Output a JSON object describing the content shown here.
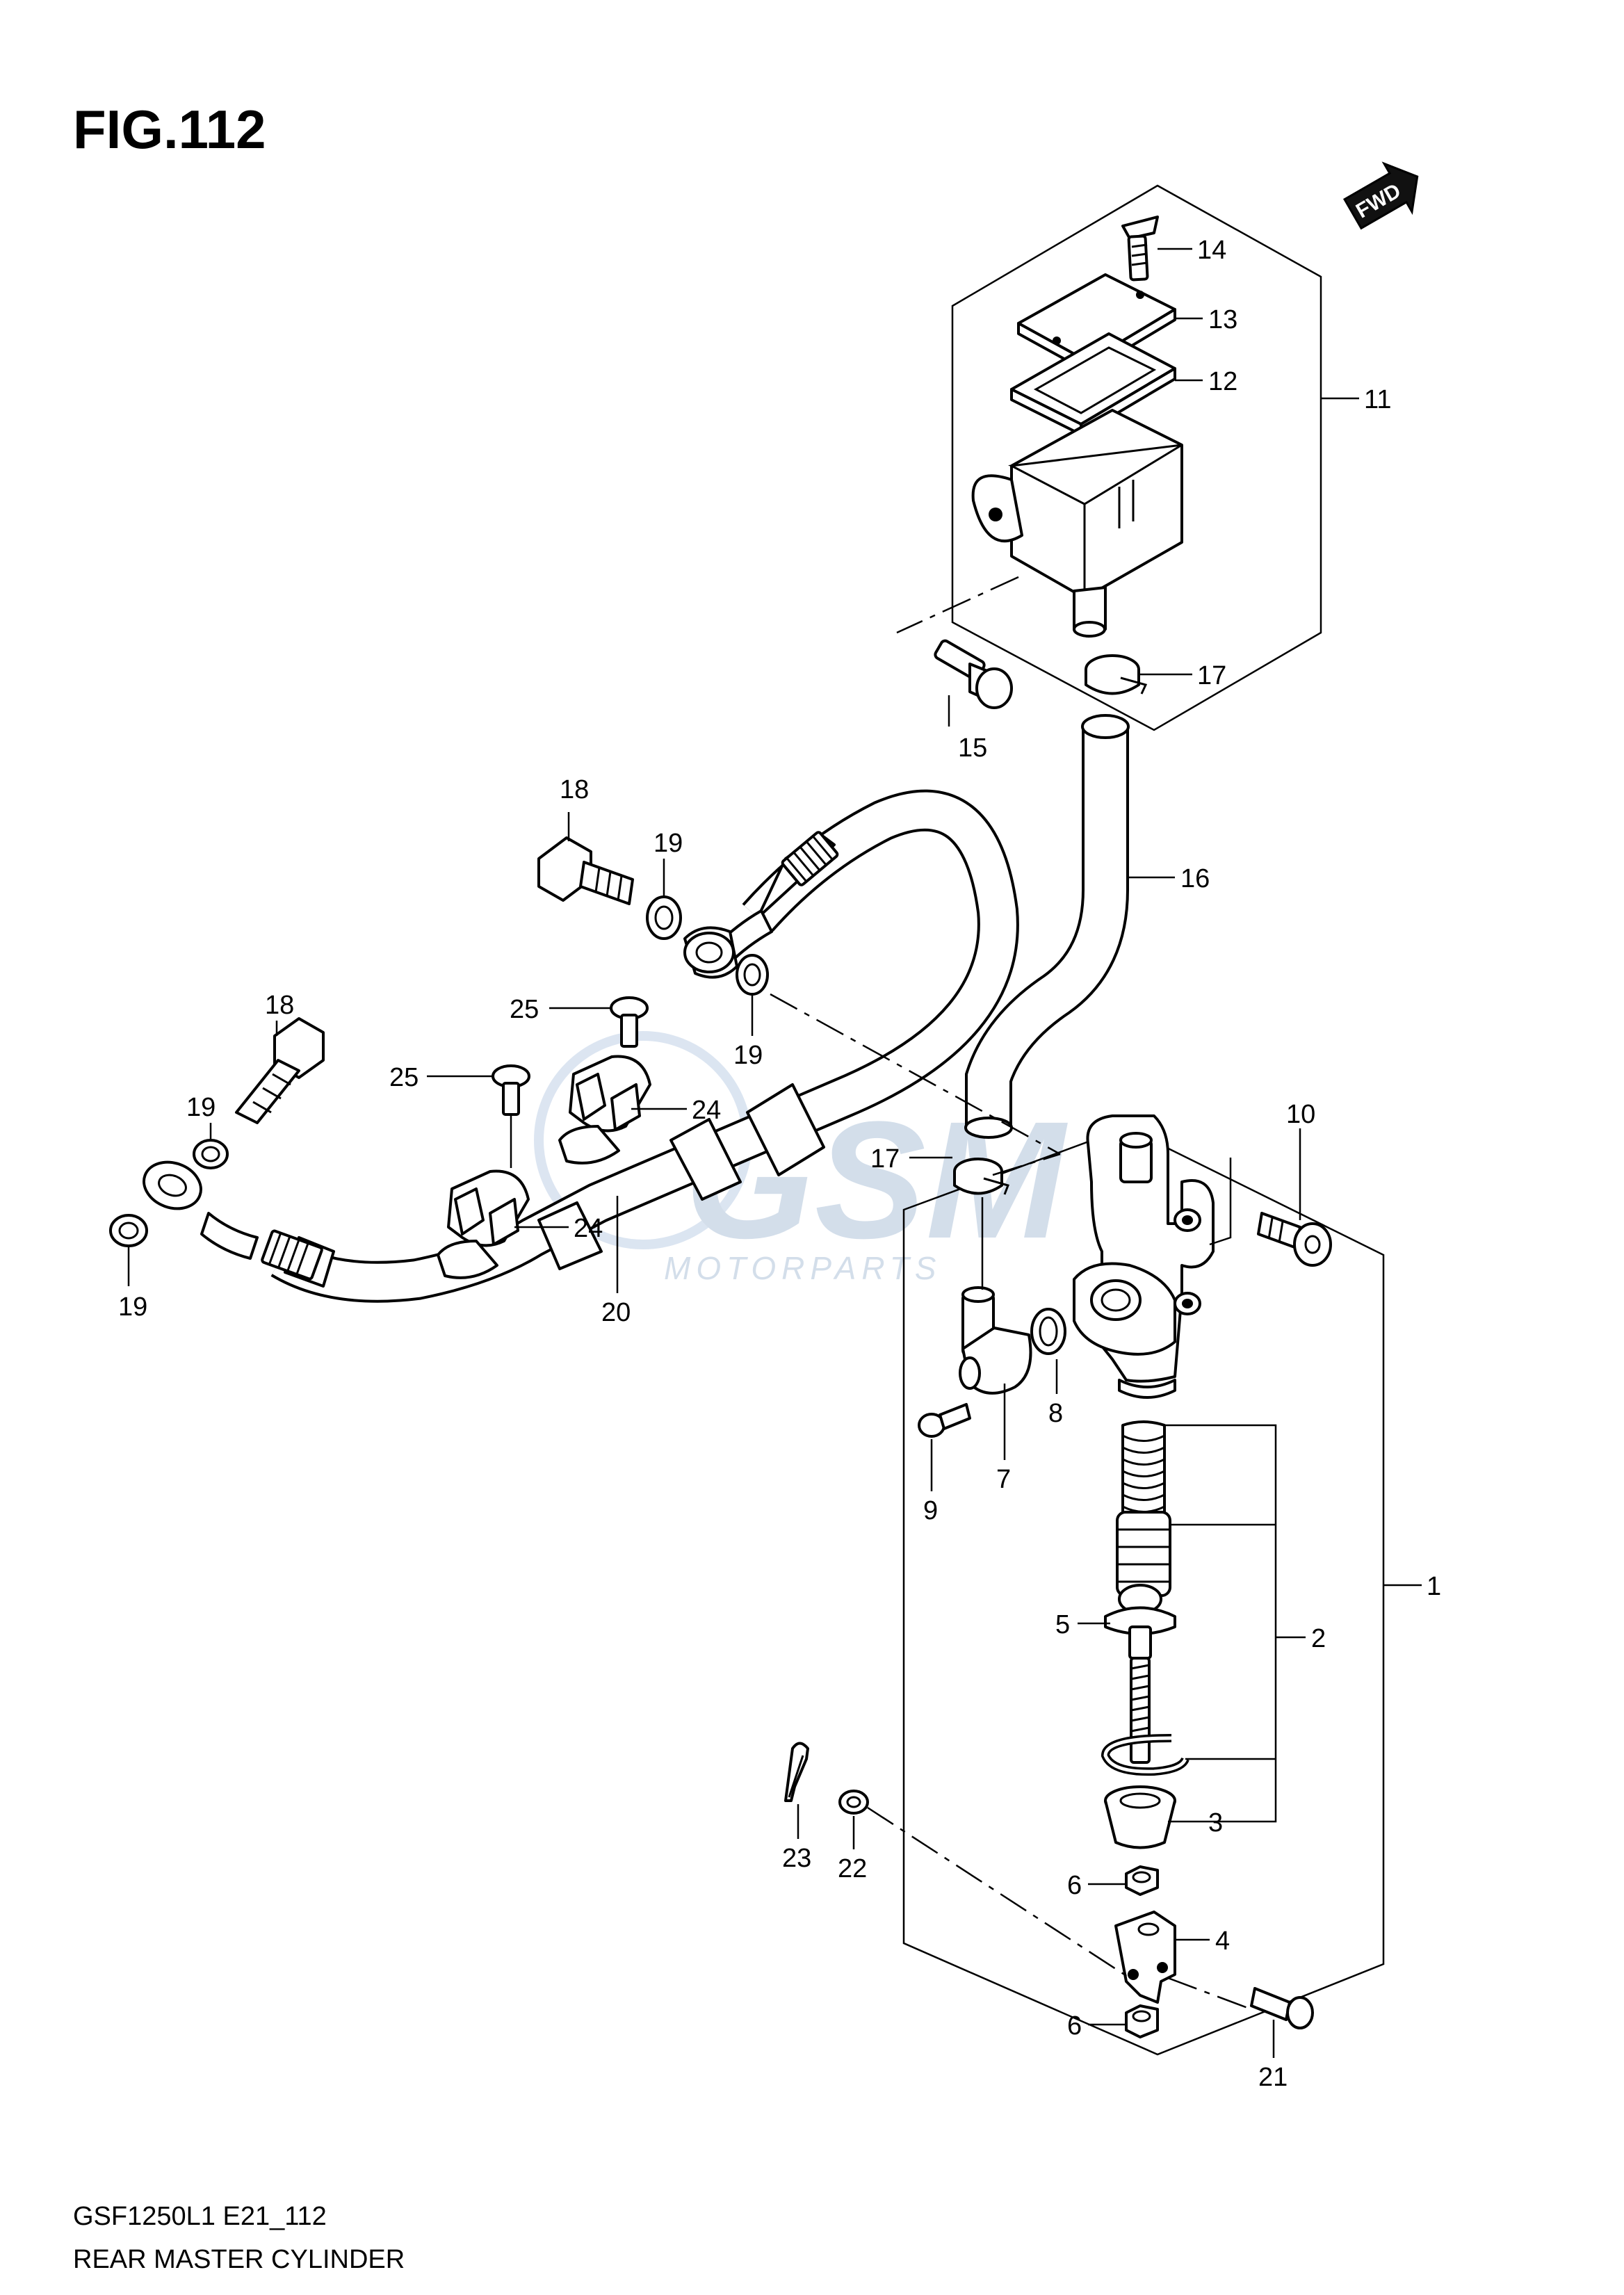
{
  "figure": {
    "title": "FIG.112",
    "fwd_badge": "FWD",
    "model_code": "GSF1250L1 E21_112",
    "caption": "REAR MASTER CYLINDER"
  },
  "watermark": {
    "brand": "GSM",
    "sub": "MOTORPARTS"
  },
  "callouts": {
    "c1": "1",
    "c2": "2",
    "c3": "3",
    "c4": "4",
    "c5": "5",
    "c6a": "6",
    "c6b": "6",
    "c7": "7",
    "c8": "8",
    "c9": "9",
    "c10": "10",
    "c11": "11",
    "c12": "12",
    "c13": "13",
    "c14": "14",
    "c15": "15",
    "c16": "16",
    "c17a": "17",
    "c17b": "17",
    "c18a": "18",
    "c18b": "18",
    "c19a": "19",
    "c19b": "19",
    "c19c": "19",
    "c19d": "19",
    "c20": "20",
    "c21": "21",
    "c22": "22",
    "c23": "23",
    "c24a": "24",
    "c24b": "24",
    "c25a": "25",
    "c25b": "25"
  }
}
